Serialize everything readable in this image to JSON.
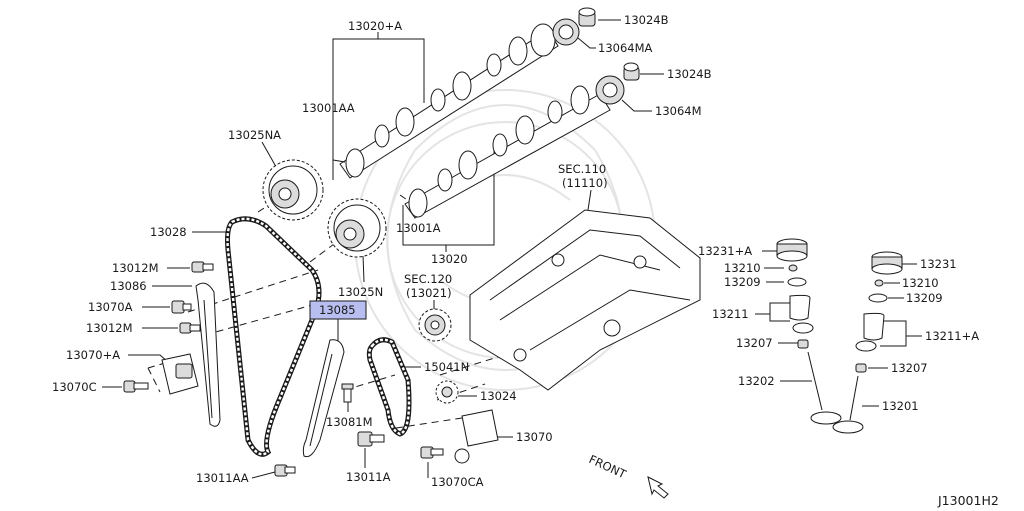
{
  "diagram": {
    "doc_code": "J13001H2",
    "front_label": "FRONT",
    "highlight_color": "#b8bff0",
    "labels": {
      "p13020A": "13020+A",
      "p13024B_top": "13024B",
      "p13064MA": "13064MA",
      "p13024B_mid": "13024B",
      "p13064M": "13064M",
      "p13001AA": "13001AA",
      "p13025NA": "13025NA",
      "sec110": "SEC.110",
      "sec110_sub": "(11110)",
      "p13028": "13028",
      "p13001A": "13001A",
      "p13020": "13020",
      "p13231A": "13231+A",
      "p13231": "13231",
      "p13012M_top": "13012M",
      "sec120": "SEC.120",
      "sec120_sub": "(13021)",
      "p13210_left": "13210",
      "p13210_right": "13210",
      "p13086": "13086",
      "p13025N": "13025N",
      "p13209_left": "13209",
      "p13209_right": "13209",
      "p13070A": "13070A",
      "p13085": "13085",
      "p13211": "13211",
      "p13211A": "13211+A",
      "p13012M_mid": "13012M",
      "p13207_left": "13207",
      "p13207_right": "13207",
      "p13070plusA": "13070+A",
      "p15041N": "15041N",
      "p13202": "13202",
      "p13070C": "13070C",
      "p13024": "13024",
      "p13201": "13201",
      "p13081M": "13081M",
      "p13070": "13070",
      "p13011AA": "13011AA",
      "p13011A": "13011A",
      "p13070CA": "13070CA"
    }
  }
}
